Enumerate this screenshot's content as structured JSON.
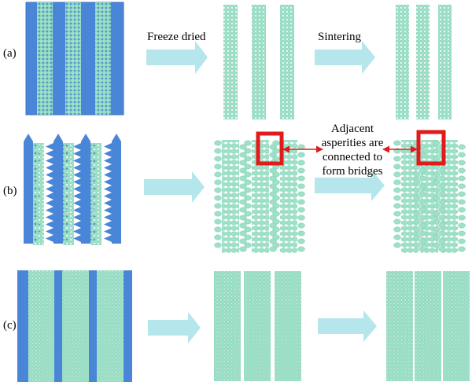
{
  "rows": [
    {
      "id": "a",
      "label": "(a)"
    },
    {
      "id": "b",
      "label": "(b)"
    },
    {
      "id": "c",
      "label": "(c)"
    }
  ],
  "steps": {
    "freeze_dried": "Freeze dried",
    "sintering": "Sintering"
  },
  "callout": {
    "lines": [
      "Adjacent",
      "asperities are",
      "connected to",
      "form bridges"
    ]
  },
  "colors": {
    "ice": "#4a86d8",
    "ice_dark": "#3b70c0",
    "particle": "#9ee0c8",
    "particle_edge": "#7fd0b2",
    "arrow": "#b5e6ec",
    "highlight": "#e01b1b"
  },
  "icons": {
    "process_arrow": "block-arrow-right",
    "callout_arrow": "double-headed-arrow"
  }
}
